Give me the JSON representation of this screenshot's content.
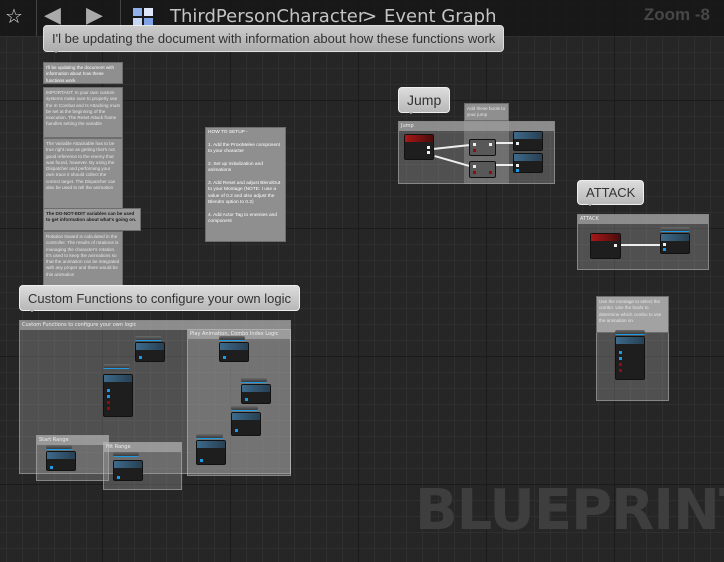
{
  "toolbar": {
    "breadcrumb": [
      "ThirdPersonCharacter",
      "Event Graph"
    ],
    "separator": ">",
    "zoom": "Zoom -8",
    "icons": [
      "star-icon",
      "back-arrow-icon",
      "forward-arrow-icon",
      "blueprint-grid-icon"
    ]
  },
  "tooltip": "I'l be updating the document with information about how these functions work",
  "notes": {
    "n1": "I'll be updating the document with information about how these functions work",
    "n2": "IMPORTANT: In your own custom systems make sure to properly use the In Combat and Is Attacking must be set at the beginning of the execution. The Reset Attack frame handles setting the variable",
    "n3": "The Variable Attackable has to be true right now as getting that's not good reference to the enemy that was found, however. By using the Dispatcher and performing your own trace it should collect the correct target. The Dispatcher can also be used to tell the animation",
    "n4": "The DO-NOT-EDIT variables can be used to get information about what's going on.",
    "n5": "Rotation toward is calculated in the controller. The results of rotations is managing the character's rotation. It's used to keep the animations so that the animation can be integrated with any proper and there would be this animation",
    "setup": [
      "HOW TO SETUP -",
      "1. Add the ProxiMelee component to your character",
      "2. Set up Initialization and animations",
      "3. Add Reset and adjust BlendOut to your Montage (NOTE: I use a value of 0.2 and also adjust the BlendIn option to 0.2)",
      "4. Add Actor Tag to enemies and component"
    ],
    "jump_note": "Add these bools to your jump",
    "combo_note": "Use the montage to select the combo. Use the bools to determine which combo to use the animation on."
  },
  "bubbles": {
    "jump": "Jump",
    "attack": "ATTACK",
    "custom": "Custom Functions to configure your own logic"
  },
  "comments": {
    "jump": "Jump",
    "attack": "ATTACK",
    "custom": "Custom Functions to configure your own logic",
    "play": "Play Animation, Combo Index Logic",
    "start": "Start Range",
    "hit": "Hit Range"
  },
  "watermark": "BLUEPRINT",
  "colors": {
    "event_node": "#a81818",
    "function_node": "#3d6a8a",
    "pin_blue": "#1b9be6",
    "grid": "#262626"
  }
}
